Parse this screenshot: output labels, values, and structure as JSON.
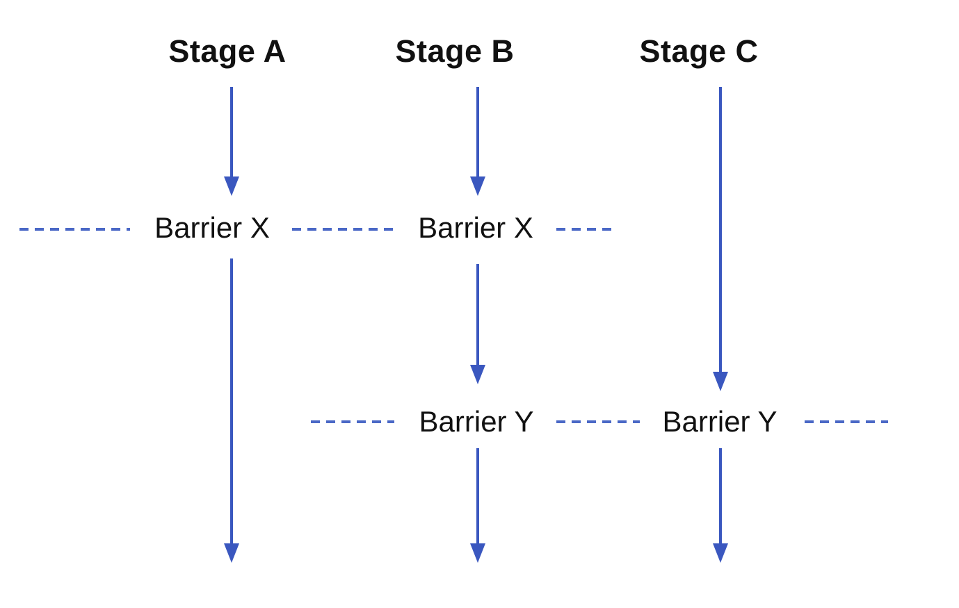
{
  "diagram": {
    "description": "Three parallel stage timelines with synchronization barriers",
    "columns": [
      {
        "label": "Stage A"
      },
      {
        "label": "Stage B"
      },
      {
        "label": "Stage C"
      }
    ],
    "barrier_labels": [
      {
        "label": "Barrier X",
        "row": "X",
        "column": "Stage A"
      },
      {
        "label": "Barrier X",
        "row": "X",
        "column": "Stage B"
      },
      {
        "label": "Barrier Y",
        "row": "Y",
        "column": "Stage B"
      },
      {
        "label": "Barrier Y",
        "row": "Y",
        "column": "Stage C"
      }
    ],
    "colors": {
      "arrow_blue": "#3a57bf",
      "dash_blue": "#4a68c6",
      "text_black": "#111111",
      "background": "#ffffff"
    }
  }
}
